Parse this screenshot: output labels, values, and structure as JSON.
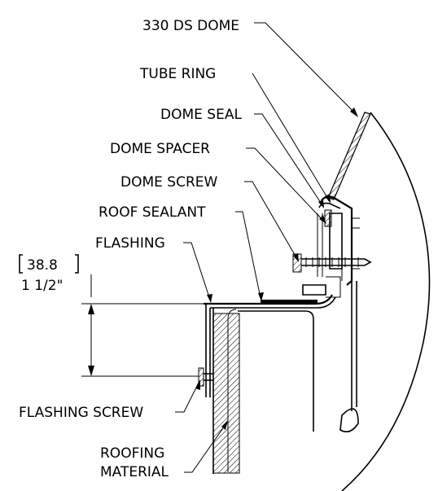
{
  "labels": {
    "dome": "330 DS DOME",
    "tube_ring": "TUBE RING",
    "dome_seal": "DOME SEAL",
    "dome_spacer": "DOME SPACER",
    "dome_screw": "DOME SCREW",
    "roof_sealant": "ROOF SEALANT",
    "flashing": "FLASHING",
    "flashing_screw": "FLASHING SCREW",
    "roofing_material_1": "ROOFING",
    "roofing_material_2": "MATERIAL"
  },
  "dimension": {
    "metric": "38.8",
    "imperial": "1 1/2\""
  }
}
